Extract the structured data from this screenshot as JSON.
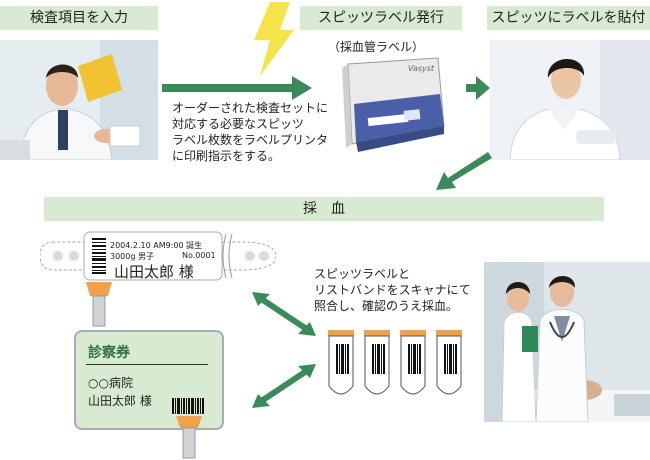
{
  "headers": {
    "input": "検査項目を入力",
    "print": "スピッツラベル発行",
    "attach": "スピッツにラベルを貼付",
    "collect": "採　血"
  },
  "printer": {
    "sub_label": "（採血管ラベル）",
    "brand": "Vasyst"
  },
  "instructions": {
    "order": [
      "オーダーされた検査セットに",
      "対応する必要なスピッツ",
      "ラベル枚数をラベルプリンタ",
      "に印刷指示をする。"
    ],
    "scan": [
      "スピッツラベルと",
      "リストバンドをスキャナにて",
      "照合し、確認のうえ採血。"
    ]
  },
  "wristband": {
    "datetime": "2004.2.10 AM9:00 誕生",
    "weight_sex": "3000g 男子",
    "number": "No.0001",
    "name": "山田太郎 様"
  },
  "card": {
    "title": "診察券",
    "hospital": "○○病院",
    "name": "山田太郎 様"
  },
  "colors": {
    "header_bg": "#d9ead2",
    "arrow_green": "#3a8a5a",
    "card_bg": "#d9ead2",
    "tube_cap": "#f0a24a",
    "scanner_orange": "#f0a24a",
    "lightning": "#f5e34a"
  }
}
